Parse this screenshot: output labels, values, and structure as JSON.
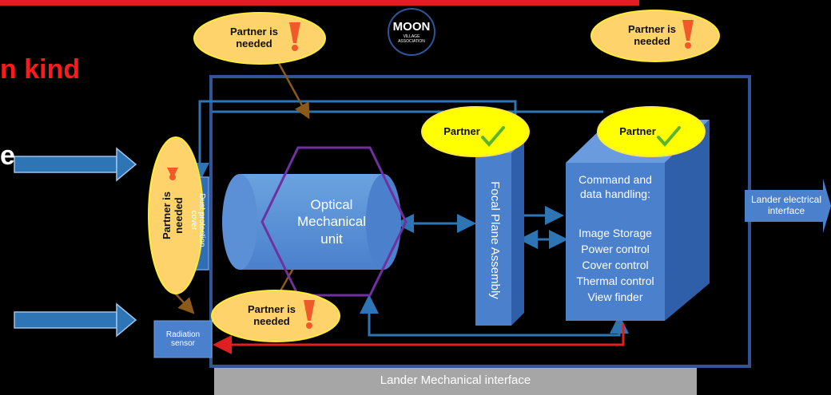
{
  "headline_fragments": {
    "kind": "n kind",
    "e": "e"
  },
  "logo": {
    "text": "MOON",
    "subtext": "VILLAGE ASSOCIATION"
  },
  "callouts": {
    "partner_needed": "Partner is\nneeded",
    "partner": "Partner"
  },
  "blocks": {
    "optical_unit": "Optical\nMechanical\nunit",
    "focal_plane": "Focal Plane Assembly",
    "dust_cover": "Dust protection\ncover",
    "radiation_sensor": "Radiation\nsensor",
    "cdh_title": "Command and\ndata handling:",
    "cdh_items": [
      "Image Storage",
      "Power control",
      "Cover control",
      "Thermal control",
      "View finder"
    ],
    "lander_electrical": "Lander electrical\ninterface",
    "lander_mechanical": "Lander Mechanical interface"
  },
  "colors": {
    "headline_red": "#ff1a1a",
    "callout_yellow": "#ffea3a",
    "callout_orange_fill": "#ffd36b",
    "box_blue": "#4a80cc",
    "frame_blue": "#2f5597",
    "arrow_blue": "#2e75b6",
    "brown_pointer": "#8b5a1a",
    "red_line": "#e02020",
    "purple": "#7030a0",
    "grey_band": "#a6a6a6",
    "check_green": "#5ab52a",
    "exclaim_orange": "#f05a28"
  },
  "icons": {
    "exclaim": "exclamation-icon",
    "check": "checkmark-icon"
  }
}
